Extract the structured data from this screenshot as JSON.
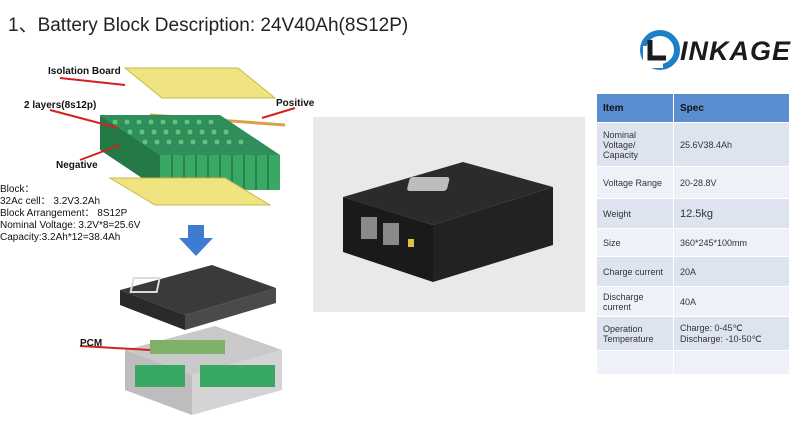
{
  "title": "1、Battery Block Description: 24V40Ah(8S12P)",
  "brand": {
    "logo_text": "INKAGE",
    "accent": "#1e7ec8"
  },
  "diagram": {
    "labels": {
      "isolation_board": "Isolation Board",
      "layers": "2 layers(8s12p)",
      "positive": "Positive",
      "negative": "Negative",
      "pcm": "PCM"
    },
    "block_info": [
      "Block：",
      "32Ac cell： 3.2V3.2Ah",
      "Block Arrangement： 8S12P",
      "Nominal Voltage:   3.2V*8=25.6V",
      "Capacity:3.2Ah*12=38.4Ah"
    ]
  },
  "spec_table": {
    "headers": [
      "Item",
      "Spec"
    ],
    "rows": [
      {
        "item": "Nominal Voltage/ Capacity",
        "spec": "25.6V38.4Ah"
      },
      {
        "item": "Voltage Range",
        "spec": "20-28.8V"
      },
      {
        "item": "Weight",
        "spec": "12.5kg"
      },
      {
        "item": "Size",
        "spec": "360*245*100mm"
      },
      {
        "item": "Charge current",
        "spec": "20A"
      },
      {
        "item": "Discharge current",
        "spec": "40A"
      },
      {
        "item": "Operation Temperature",
        "spec": "Charge: 0-45℃ Discharge: -10-50℃"
      },
      {
        "item": "",
        "spec": ""
      }
    ]
  }
}
